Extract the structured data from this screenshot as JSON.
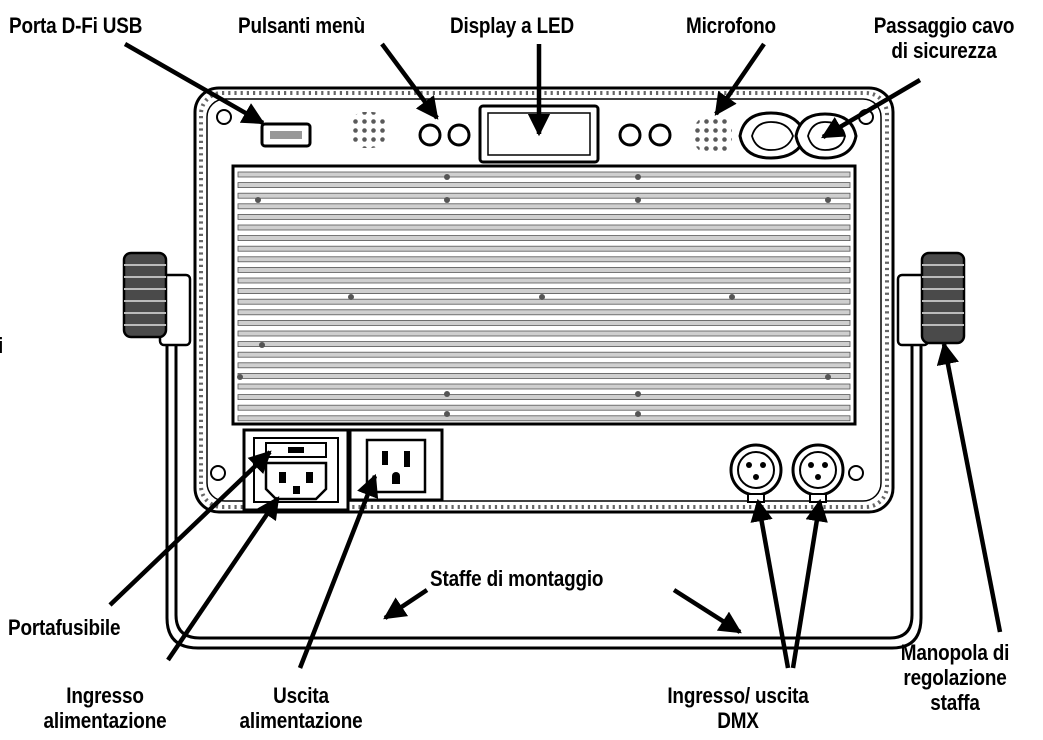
{
  "labels": {
    "usb_port": "Porta D-Fi USB",
    "menu_buttons": "Pulsanti menù",
    "led_display": "Display a LED",
    "microphone": "Microfono",
    "safety_cable_1": "Passaggio cavo",
    "safety_cable_2": "di sicurezza",
    "fuse_holder": "Portafusibile",
    "power_in_1": "Ingresso",
    "power_in_2": "alimentazione",
    "power_out_1": "Uscita",
    "power_out_2": "alimentazione",
    "mounting_brackets": "Staffe di montaggio",
    "dmx_1": "Ingresso/ uscita",
    "dmx_2": "DMX",
    "bracket_knob_1": "Manopola di",
    "bracket_knob_2": "regolazione",
    "bracket_knob_3": "staffa",
    "edge_fragment": "i"
  },
  "colors": {
    "line": "#000000",
    "fill": "#ffffff",
    "fin": "#cfcfcf",
    "knob": "#4a4a4a"
  }
}
